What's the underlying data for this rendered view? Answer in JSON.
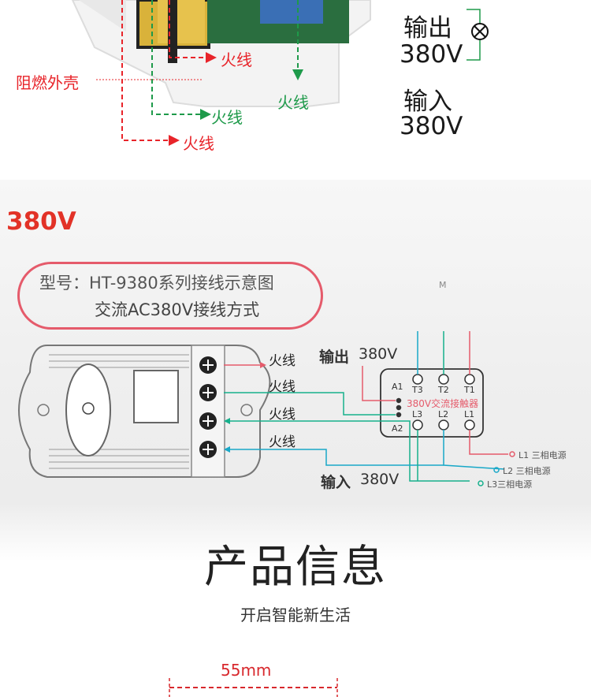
{
  "top_section": {
    "output_label": "输出",
    "output_voltage": "380V",
    "input_label": "输入",
    "input_voltage": "380V",
    "shell_label": "阻燃外壳",
    "live_wire_red_1": "火线",
    "live_wire_green_1": "火线",
    "live_wire_green_2": "火线",
    "live_wire_red_2": "火线"
  },
  "wiring_section": {
    "voltage_title": "380V",
    "model_line1": "型号：HT-9380系列接线示意图",
    "model_line2": "交流AC380V接线方式",
    "live_labels": [
      "火线",
      "火线",
      "火线",
      "火线"
    ],
    "output_label": "输出",
    "output_voltage": "380V",
    "input_label": "输入",
    "input_voltage": "380V",
    "contactor_label": "380V交流接触器",
    "motor_symbol": "M",
    "terminals_top": [
      "T3",
      "T2",
      "T1"
    ],
    "terminals_bottom": [
      "L3",
      "L2",
      "L1"
    ],
    "coil_terminals": [
      "A1",
      "A2"
    ],
    "power_sources": [
      "L1 三相电源",
      "L2 三相电源",
      "L3三相电源"
    ],
    "colors": {
      "red": "#e8242a",
      "green": "#1e9a4a",
      "cyan": "#19a8c8",
      "teal": "#16b08c",
      "pink_red": "#e55b6b"
    }
  },
  "product_info": {
    "title": "产品信息",
    "subtitle": "开启智能新生活",
    "dimension": "55mm"
  }
}
